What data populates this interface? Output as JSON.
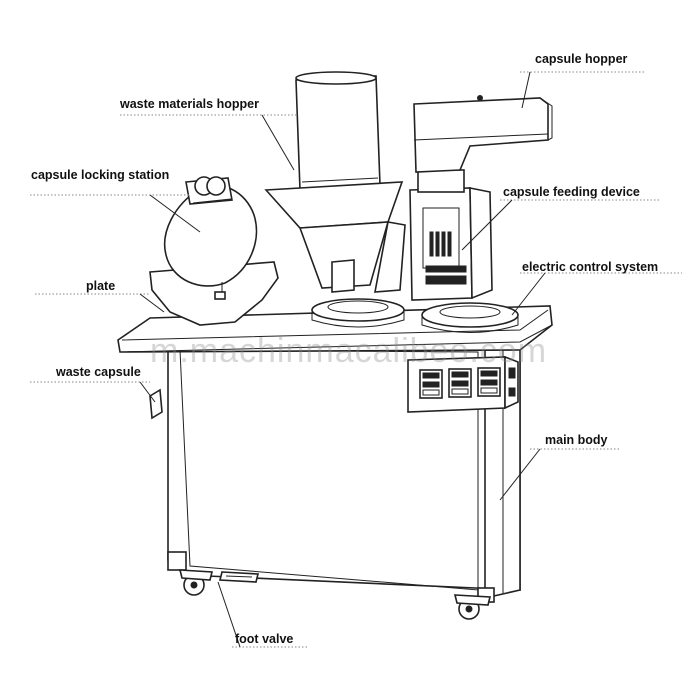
{
  "labels": {
    "capsule_hopper": "capsule hopper",
    "waste_materials_hopper": "waste materials hopper",
    "capsule_locking_station": "capsule locking station",
    "capsule_feeding_device": "capsule feeding device",
    "electric_control_system": "electric control system",
    "plate": "plate",
    "waste_capsule": "waste capsule",
    "main_body": "main body",
    "foot_valve": "foot valve"
  },
  "watermark": "m.machinmacalibeo.com",
  "colors": {
    "line": "#222222",
    "background": "#ffffff",
    "watermark": "#8a8a8a"
  }
}
